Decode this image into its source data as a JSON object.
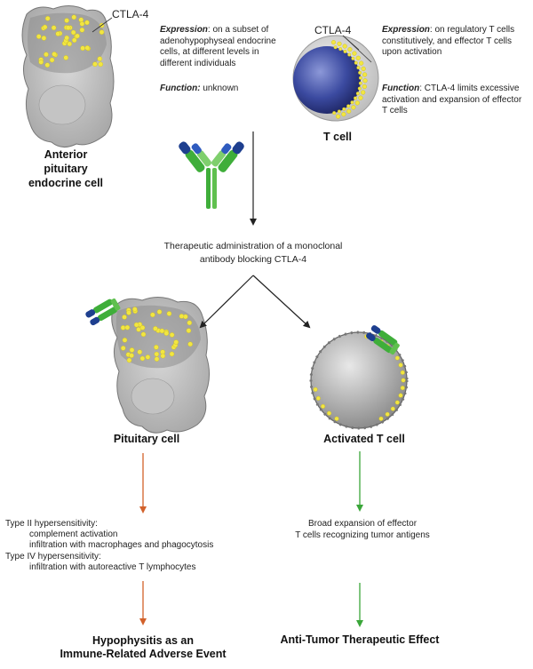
{
  "pituitary_top": {
    "ctla4_label": "CTLA-4",
    "title_lines": [
      "Anterior",
      "pituitary",
      "endocrine cell"
    ],
    "expression_head": "Expression",
    "expression_text": ": on a subset of adenohypophyseal endocrine cells, at different levels in different individuals",
    "function_head": "Function:",
    "function_text": " unknown"
  },
  "tcell_top": {
    "ctla4_label": "CTLA-4",
    "title": "T cell",
    "expression_head": "Expression",
    "expression_text": ": on regulatory T cells constitutively, and effector T cells upon activation",
    "function_head": "Function",
    "function_text": ": CTLA-4 limits excessive activation and expansion of effector T cells"
  },
  "therapy": {
    "text_lines": [
      "Therapeutic administration of a monoclonal",
      "antibody blocking CTLA-4"
    ]
  },
  "left_branch": {
    "title": "Pituitary cell",
    "mechanism_lines": [
      "Type II hypersensitivity:",
      "complement activation",
      "infiltration with macrophages and phagocytosis",
      "Type IV hypersensitivity:",
      "infiltration with autoreactive T lymphocytes"
    ],
    "outcome_lines": [
      "Hypophysitis as an",
      "Immune-Related Adverse Event"
    ],
    "arrow_color": "#d2612a"
  },
  "right_branch": {
    "title": "Activated T cell",
    "mechanism_lines": [
      "Broad expansion of effector",
      "T cells recognizing tumor antigens"
    ],
    "outcome_title": "Anti-Tumor Therapeutic Effect",
    "arrow_color": "#3aa639"
  },
  "colors": {
    "antibody_green": "#3fae3a",
    "antibody_blue": "#1e3f8f",
    "ctla4_yellow": "#f2e641",
    "tcell_nucleus": "#3b4aa0"
  }
}
